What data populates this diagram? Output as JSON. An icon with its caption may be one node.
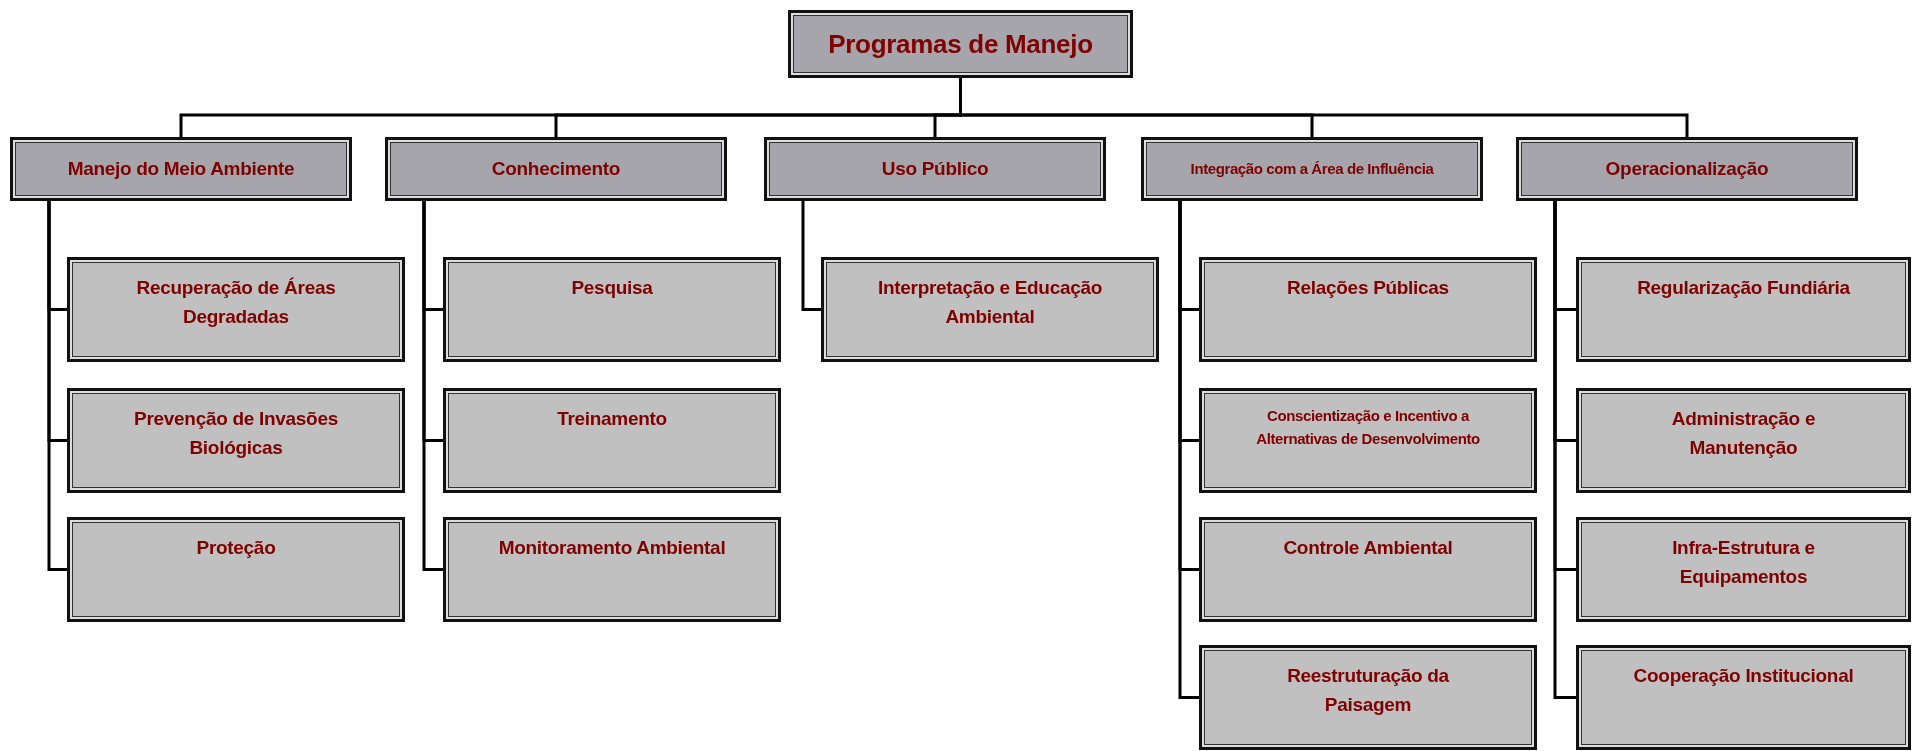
{
  "diagram": {
    "nodes": [
      {
        "text": [
          "Programas de Manejo"
        ]
      },
      {
        "text": [
          "Manejo do Meio Ambiente"
        ]
      },
      {
        "text": [
          "Conhecimento"
        ]
      },
      {
        "text": [
          "Uso Público"
        ]
      },
      {
        "text": [
          "Integração com a Área de Influência"
        ]
      },
      {
        "text": [
          "Operacionalização"
        ]
      },
      {
        "text": [
          "Recuperação de Áreas Degradadas"
        ]
      },
      {
        "text": [
          "Prevenção de Invasões Biológicas"
        ]
      },
      {
        "text": [
          "Proteção"
        ]
      },
      {
        "text": [
          "Pesquisa"
        ]
      },
      {
        "text": [
          "Treinamento"
        ]
      },
      {
        "text": [
          "Monitoramento Ambiental"
        ]
      },
      {
        "text": [
          "Interpretação e Educação Ambiental"
        ]
      },
      {
        "text": [
          "Relações Públicas"
        ]
      },
      {
        "text": [
          "Conscientização e Incentivo a Alternativas de Desenvolvimento"
        ]
      },
      {
        "text": [
          "Controle Ambiental"
        ]
      },
      {
        "text": [
          "Reestruturação da Paisagem"
        ]
      },
      {
        "text": [
          "Regularização Fundiária"
        ]
      },
      {
        "text": [
          "Administração e Manutenção"
        ]
      },
      {
        "text": [
          "Infra-Estrutura e Equipamentos"
        ]
      },
      {
        "text": [
          "Cooperação Institucional"
        ]
      }
    ],
    "edges": [
      {
        "from": 0,
        "to": 1,
        "arrow": "none"
      },
      {
        "from": 0,
        "to": 2,
        "arrow": "none"
      },
      {
        "from": 0,
        "to": 3,
        "arrow": "none"
      },
      {
        "from": 0,
        "to": 4,
        "arrow": "none"
      },
      {
        "from": 0,
        "to": 5,
        "arrow": "none"
      },
      {
        "from": 1,
        "to": 6,
        "arrow": "none"
      },
      {
        "from": 1,
        "to": 7,
        "arrow": "none"
      },
      {
        "from": 1,
        "to": 8,
        "arrow": "none"
      },
      {
        "from": 2,
        "to": 9,
        "arrow": "none"
      },
      {
        "from": 2,
        "to": 10,
        "arrow": "none"
      },
      {
        "from": 2,
        "to": 11,
        "arrow": "none"
      },
      {
        "from": 3,
        "to": 12,
        "arrow": "none"
      },
      {
        "from": 4,
        "to": 13,
        "arrow": "none"
      },
      {
        "from": 4,
        "to": 14,
        "arrow": "none"
      },
      {
        "from": 4,
        "to": 15,
        "arrow": "none"
      },
      {
        "from": 4,
        "to": 16,
        "arrow": "none"
      },
      {
        "from": 5,
        "to": 17,
        "arrow": "none"
      },
      {
        "from": 5,
        "to": 18,
        "arrow": "none"
      },
      {
        "from": 5,
        "to": 19,
        "arrow": "none"
      },
      {
        "from": 5,
        "to": 20,
        "arrow": "none"
      }
    ]
  }
}
